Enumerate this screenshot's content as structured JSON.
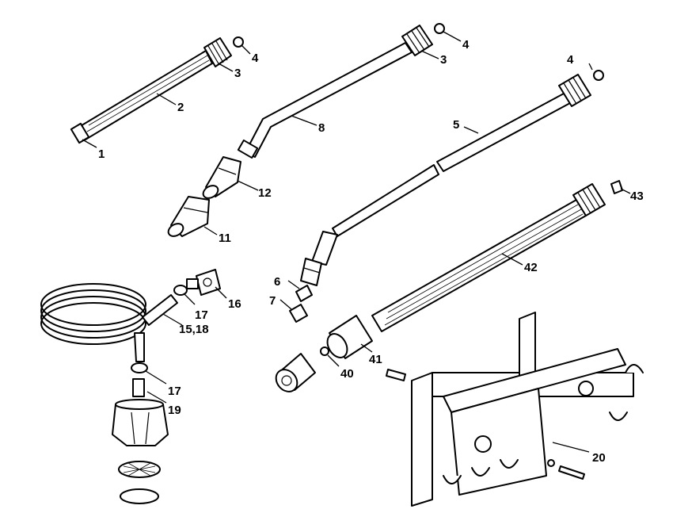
{
  "callouts": {
    "c1": "1",
    "c2": "2",
    "c3a": "3",
    "c4a": "4",
    "c3b": "3",
    "c4b": "4",
    "c4c": "4",
    "c8": "8",
    "c5": "5",
    "c12": "12",
    "c11": "11",
    "c43": "43",
    "c42": "42",
    "c6": "6",
    "c7": "7",
    "c16": "16",
    "c17a": "17",
    "c1518": "15,18",
    "c41": "41",
    "c40": "40",
    "c17b": "17",
    "c19": "19",
    "c20": "20"
  }
}
